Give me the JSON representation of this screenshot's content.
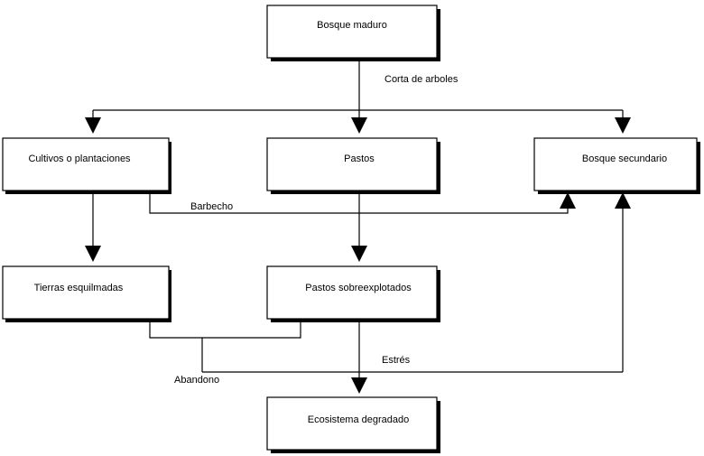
{
  "nodes": {
    "mature_forest": "Bosque maduro",
    "crops": "Cultivos o plantaciones",
    "pastures": "Pastos",
    "secondary_forest": "Bosque secundario",
    "depleted_land": "Tierras esquilmadas",
    "overexploited_pastures": "Pastos sobreexplotados",
    "degraded_ecosystem": "Ecosistema degradado"
  },
  "edge_labels": {
    "logging": "Corta de arboles",
    "fallow": "Barbecho",
    "abandonment": "Abandono",
    "stress": "Estrés"
  }
}
